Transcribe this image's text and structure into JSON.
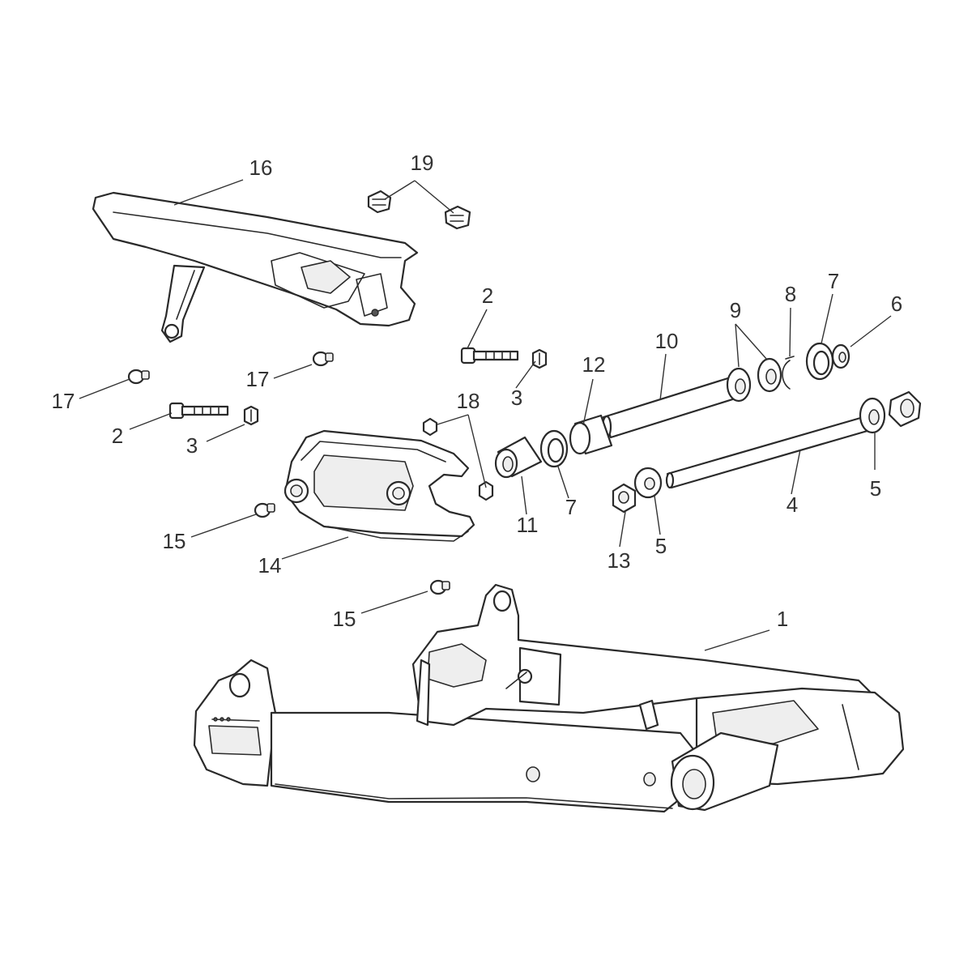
{
  "colors": {
    "line": "#2a2a2a",
    "fill": "#ffffff",
    "shade": "#eeeeee",
    "label": "#333333"
  },
  "callouts": [
    {
      "id": "c16",
      "text": "16"
    },
    {
      "id": "c19",
      "text": "19"
    },
    {
      "id": "c2a",
      "text": "2"
    },
    {
      "id": "c3a",
      "text": "3"
    },
    {
      "id": "c17a",
      "text": "17"
    },
    {
      "id": "c17b",
      "text": "17"
    },
    {
      "id": "c2b",
      "text": "2"
    },
    {
      "id": "c3b",
      "text": "3"
    },
    {
      "id": "c18",
      "text": "18"
    },
    {
      "id": "c15a",
      "text": "15"
    },
    {
      "id": "c14",
      "text": "14"
    },
    {
      "id": "c15b",
      "text": "15"
    },
    {
      "id": "c12",
      "text": "12"
    },
    {
      "id": "c10",
      "text": "10"
    },
    {
      "id": "c9",
      "text": "9"
    },
    {
      "id": "c8",
      "text": "8"
    },
    {
      "id": "c7a",
      "text": "7"
    },
    {
      "id": "c6",
      "text": "6"
    },
    {
      "id": "c11",
      "text": "11"
    },
    {
      "id": "c7b",
      "text": "7"
    },
    {
      "id": "c13",
      "text": "13"
    },
    {
      "id": "c5a",
      "text": "5"
    },
    {
      "id": "c4",
      "text": "4"
    },
    {
      "id": "c5b",
      "text": "5"
    },
    {
      "id": "c1",
      "text": "1"
    }
  ]
}
